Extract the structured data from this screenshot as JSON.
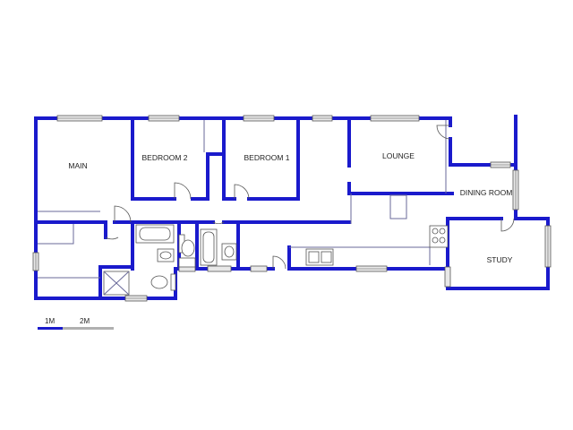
{
  "rooms": {
    "main": "MAIN",
    "bedroom2": "BEDROOM 2",
    "bedroom1": "BEDROOM 1",
    "lounge": "LOUNGE",
    "dining": "DINING ROOM",
    "study": "STUDY"
  },
  "scale": {
    "mark1": "1M",
    "mark2": "2M"
  },
  "colors": {
    "wall": "#1a1acc",
    "scale_fill": "#1a1acc",
    "scale_rest": "#b0b0b0"
  }
}
